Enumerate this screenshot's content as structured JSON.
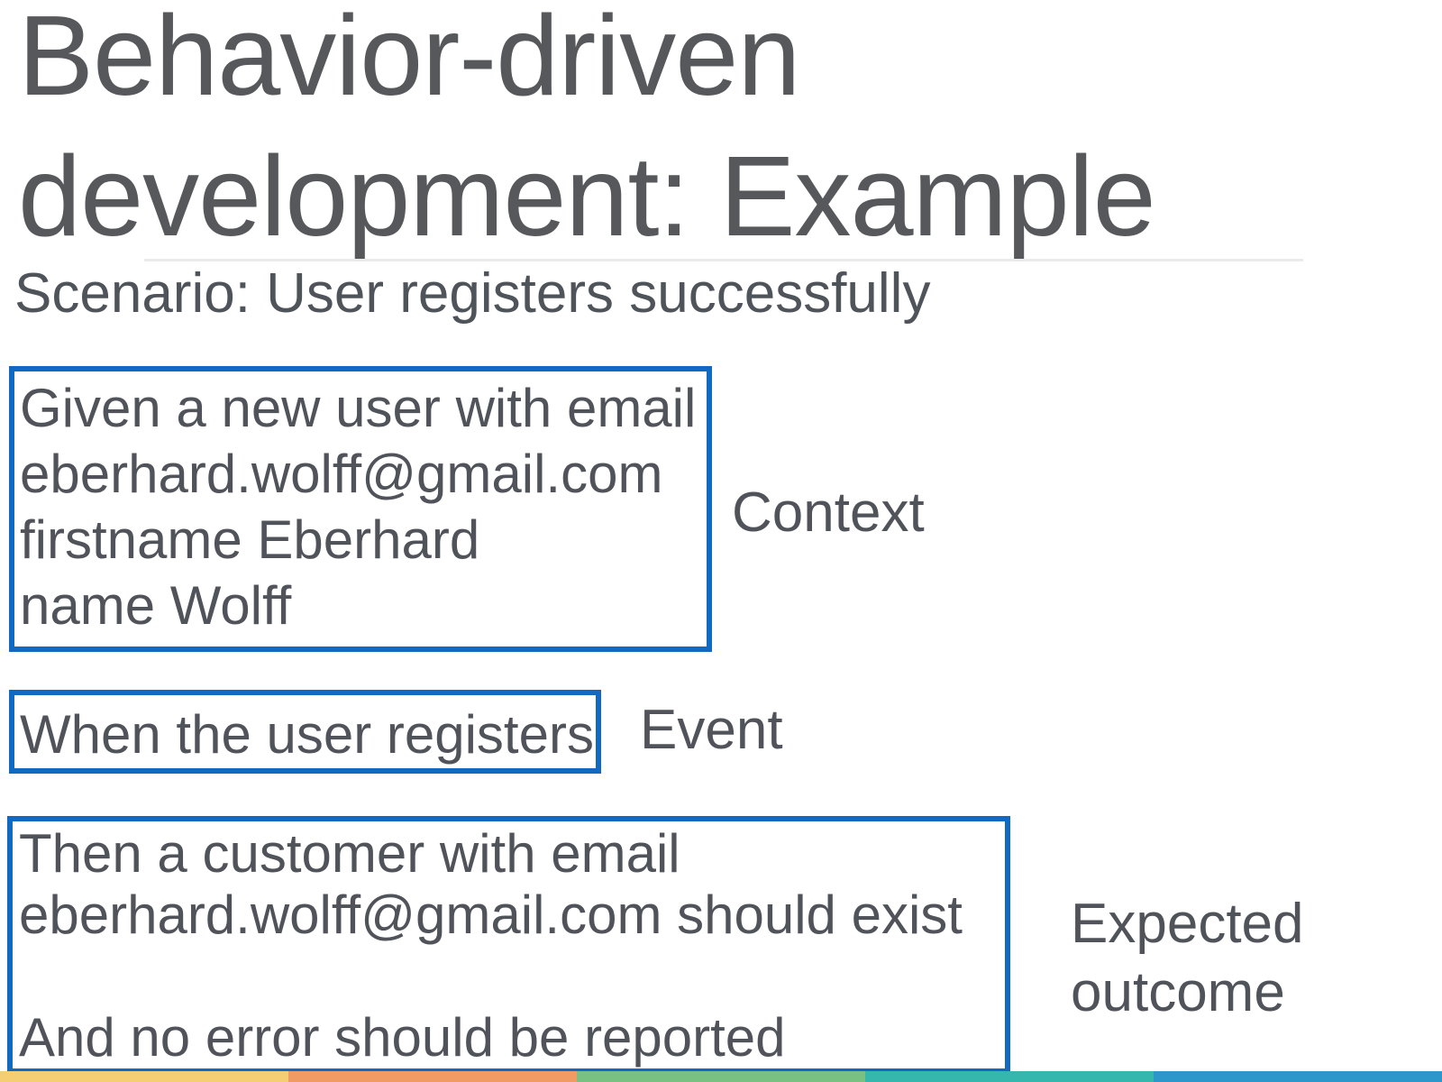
{
  "slide": {
    "title_line1": "Behavior-driven",
    "title_line2": "development: Example",
    "subtitle": "Scenario: User registers successfully",
    "context": {
      "label": "Context",
      "lines": [
        "Given a new user with email",
        "eberhard.wolff@gmail.com",
        "firstname Eberhard",
        "name Wolff"
      ]
    },
    "event": {
      "label": "Event",
      "lines": [
        "When the user registers"
      ]
    },
    "outcome": {
      "label_line1": "Expected",
      "label_line2": "outcome",
      "lines": [
        "Then a customer with email",
        "eberhard.wolff@gmail.com should exist",
        "",
        "And no error should be reported"
      ]
    },
    "colors": {
      "box_border": "#1169C2",
      "text": "#54575C",
      "rule": "#EAEAEA"
    },
    "footer_stripe": {
      "seg1": "#F5CE74",
      "seg2": "#F09A64",
      "seg3": "#79C182",
      "seg4": "#35B7AD",
      "seg5": "#2D96CB"
    }
  }
}
